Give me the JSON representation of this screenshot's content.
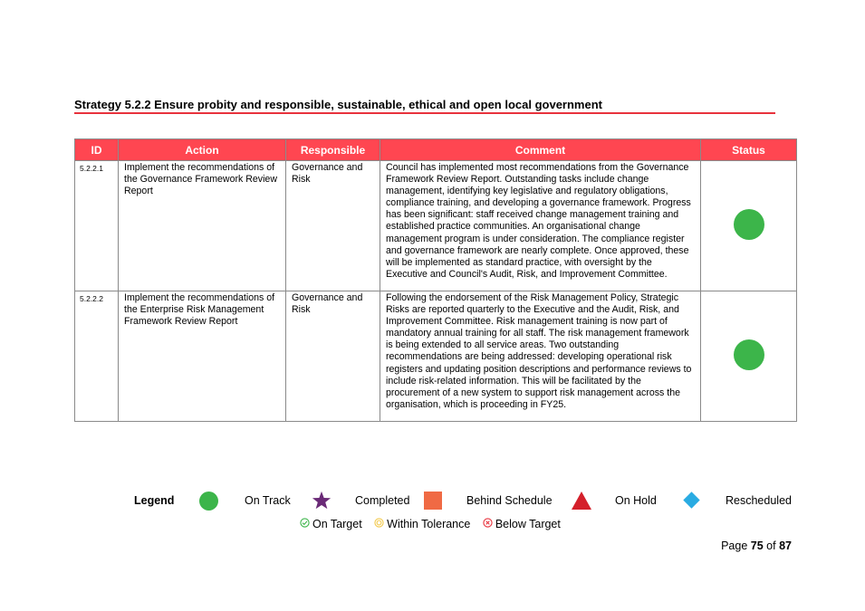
{
  "heading": "Strategy 5.2.2 Ensure probity and responsible, sustainable, ethical and open local government",
  "table": {
    "headers": {
      "id": "ID",
      "action": "Action",
      "responsible": "Responsible",
      "comment": "Comment",
      "status": "Status"
    },
    "rows": [
      {
        "id": "5.2.2.1",
        "action": "Implement the recommendations of the Governance Framework Review Report",
        "responsible": "Governance and Risk",
        "comment": "Council has implemented most recommendations from the Governance Framework Review Report. Outstanding tasks include change management, identifying key legislative and regulatory obligations, compliance training, and developing a governance framework. Progress has been significant: staff received change management training and established practice communities. An organisational change management program is under consideration. The compliance register and governance framework are nearly complete. Once approved, these will be implemented as standard practice, with oversight by the Executive and Council's Audit, Risk, and Improvement Committee.",
        "status": "On Track"
      },
      {
        "id": "5.2.2.2",
        "action": "Implement the recommendations of the Enterprise Risk Management Framework Review Report",
        "responsible": "Governance and Risk",
        "comment": "Following the endorsement of the Risk Management Policy, Strategic Risks are reported quarterly to the Executive and the Audit, Risk, and Improvement Committee. Risk management training is now part of mandatory annual training for all staff. The risk management framework is being extended to all service areas. Two outstanding recommendations are being addressed: developing operational risk registers and updating position descriptions and performance reviews to include risk-related information. This will be facilitated by the procurement of a new system to support risk management across the organisation, which is proceeding in FY25.",
        "status": "On Track"
      }
    ]
  },
  "legend": {
    "title": "Legend",
    "on_track": "On Track",
    "completed": "Completed",
    "behind_schedule": "Behind Schedule",
    "on_hold": "On Hold",
    "rescheduled": "Rescheduled",
    "on_target": "On Target",
    "within_tolerance": "Within Tolerance",
    "below_target": "Below Target"
  },
  "colors": {
    "header_bg": "#ff4651",
    "rule": "#e8323c",
    "on_track": "#3cb54a",
    "completed": "#6a2a77",
    "behind_schedule": "#f06a44",
    "on_hold": "#d4202b",
    "rescheduled": "#29abe2",
    "within_tolerance": "#f2c94c",
    "below_target": "#e8323c"
  },
  "icons": {
    "on_track": "green-circle",
    "completed": "purple-star",
    "behind_schedule": "orange-square",
    "on_hold": "red-triangle",
    "rescheduled": "blue-diamond",
    "on_target": "check-circle-icon",
    "within_tolerance": "ring-circle-icon",
    "below_target": "x-circle-icon"
  },
  "page": {
    "prefix": "Page",
    "current": "75",
    "of": "of",
    "total": "87"
  }
}
